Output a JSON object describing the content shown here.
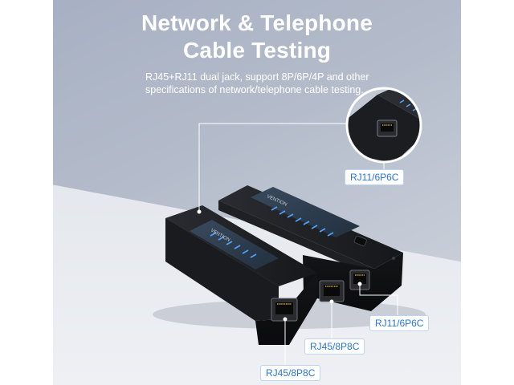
{
  "heading": {
    "line1": "Network & Telephone",
    "line2": "Cable Testing"
  },
  "description": {
    "line1": "RJ45+RJ11 dual jack, support 8P/6P/4P and other",
    "line2": "specifications of network/telephone cable testing."
  },
  "callouts": {
    "rj11_top": "RJ11/6P6C",
    "rj11_bottom": "RJ11/6P6C",
    "rj45_main": "RJ45/8P8C",
    "rj45_remote": "RJ45/8P8C"
  },
  "device": {
    "brand": "VENTION"
  },
  "colors": {
    "accent": "#2e74c9",
    "background": "#b4bccb",
    "device_body": "#1b1c1f"
  }
}
